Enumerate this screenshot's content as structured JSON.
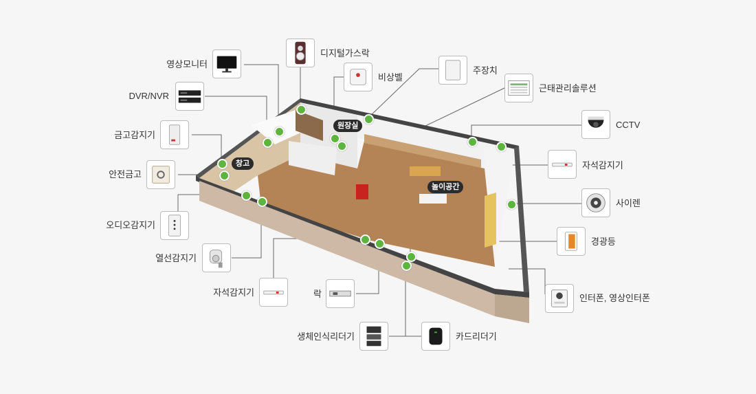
{
  "colors": {
    "accent": "#5db43f",
    "floor": "#b07f52",
    "wall": "#ffffff",
    "line": "#666666",
    "tag_bg": "#2b2b2b"
  },
  "rooms": {
    "storage": "창고",
    "director": "원장실",
    "play": "놀이공간"
  },
  "devices": [
    {
      "id": "monitor",
      "label": "영상모니터",
      "icon": "monitor-icon"
    },
    {
      "id": "dvr",
      "label": "DVR/NVR",
      "icon": "dvr-icon"
    },
    {
      "id": "safe-sensor",
      "label": "금고감지기",
      "icon": "safe-sensor-icon"
    },
    {
      "id": "safe",
      "label": "안전금고",
      "icon": "safe-icon"
    },
    {
      "id": "audio-sensor",
      "label": "오디오감지기",
      "icon": "audio-sensor-icon"
    },
    {
      "id": "heat-sensor",
      "label": "열선감지기",
      "icon": "heat-sensor-icon"
    },
    {
      "id": "magnetic-sensor-bottom",
      "label": "자석감지기",
      "icon": "magnetic-sensor-icon"
    },
    {
      "id": "lock",
      "label": "락",
      "icon": "lock-icon"
    },
    {
      "id": "biometric",
      "label": "생체인식리더기",
      "icon": "biometric-reader-icon"
    },
    {
      "id": "card-reader",
      "label": "카드리더기",
      "icon": "card-reader-icon"
    },
    {
      "id": "digital-lock",
      "label": "디지털가스락",
      "icon": "digital-lock-icon"
    },
    {
      "id": "emergency-bell",
      "label": "비상벨",
      "icon": "emergency-bell-icon"
    },
    {
      "id": "main-unit",
      "label": "주장치",
      "icon": "main-unit-icon"
    },
    {
      "id": "attendance",
      "label": "근태관리솔루션",
      "icon": "attendance-icon"
    },
    {
      "id": "cctv",
      "label": "CCTV",
      "icon": "cctv-icon"
    },
    {
      "id": "magnetic-sensor-right",
      "label": "자석감지기",
      "icon": "magnetic-sensor-icon"
    },
    {
      "id": "siren",
      "label": "사이렌",
      "icon": "siren-icon"
    },
    {
      "id": "warning-light",
      "label": "경광등",
      "icon": "warning-light-icon"
    },
    {
      "id": "intercom",
      "label": "인터폰, 영상인터폰",
      "icon": "intercom-icon"
    }
  ]
}
